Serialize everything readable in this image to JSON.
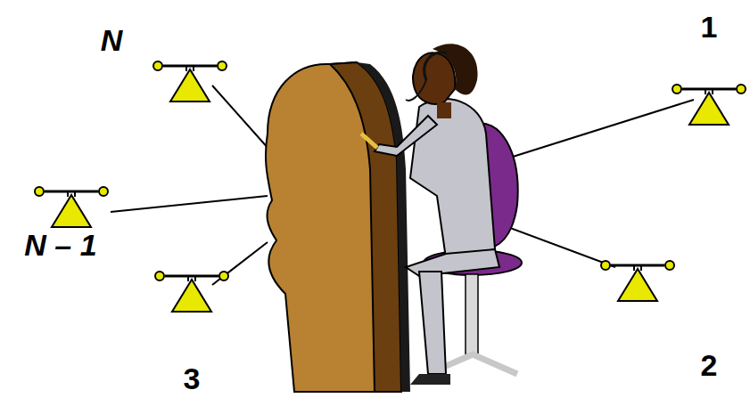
{
  "diagram": {
    "labels": [
      "1",
      "2",
      "3",
      "N – 1",
      "N"
    ]
  }
}
